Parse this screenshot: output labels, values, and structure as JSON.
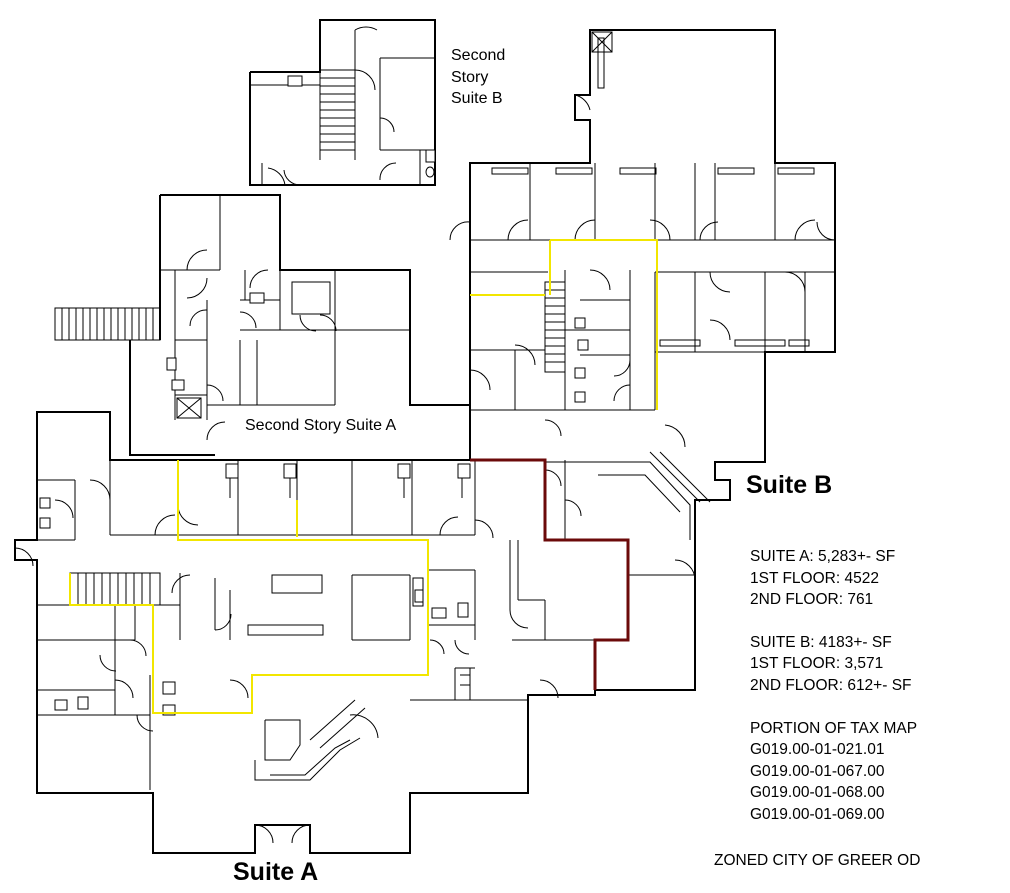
{
  "labels": {
    "second_story_b": [
      "Second",
      "Story",
      "Suite B"
    ],
    "second_story_a": "Second Story Suite A",
    "suite_a": "Suite A",
    "suite_b": "Suite B"
  },
  "notes": {
    "suite_a": [
      "SUITE A: 5,283+- SF",
      "1ST FLOOR: 4522",
      "2ND FLOOR: 761"
    ],
    "suite_b": [
      "SUITE B: 4183+- SF",
      "1ST FLOOR: 3,571",
      "2ND FLOOR: 612+- SF"
    ],
    "tax_map": [
      "PORTION OF TAX MAP",
      "G019.00-01-021.01",
      "G019.00-01-067.00",
      "G019.00-01-068.00",
      "G019.00-01-069.00"
    ],
    "zoning": "ZONED CITY OF GREER OD"
  },
  "colors": {
    "walls": "#000000",
    "suite_a_boundary": "#f2e600",
    "suite_b_boundary": "#6b0a0a"
  }
}
